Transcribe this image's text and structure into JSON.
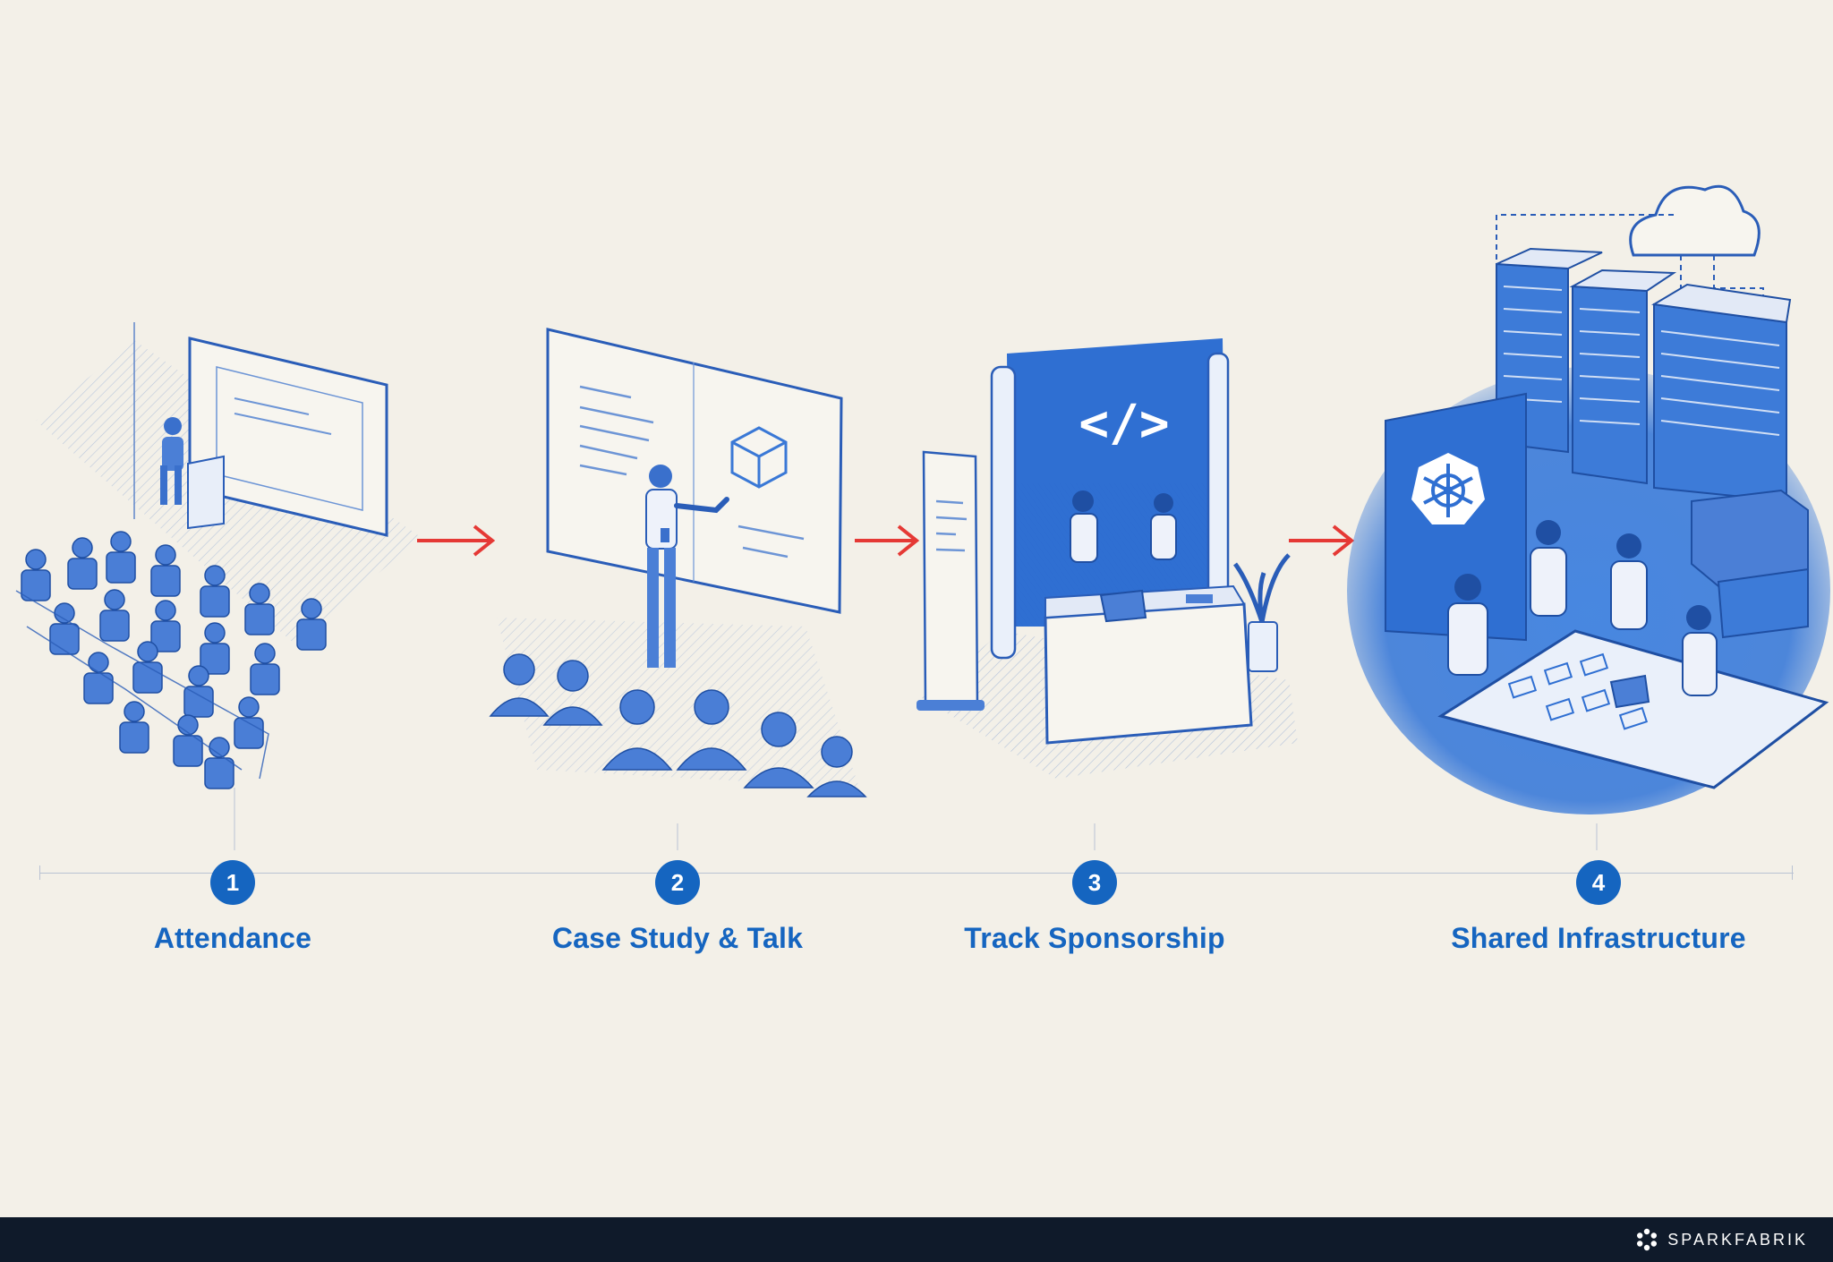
{
  "steps": [
    {
      "number": "1",
      "label": "Attendance"
    },
    {
      "number": "2",
      "label": "Case Study & Talk"
    },
    {
      "number": "3",
      "label": "Track Sponsorship"
    },
    {
      "number": "4",
      "label": "Shared Infrastructure"
    }
  ],
  "booth_screen_glyph": "</>",
  "brand": {
    "name": "SPARKFABRIK"
  },
  "colors": {
    "accent": "#1565c0",
    "arrow": "#e53935",
    "background": "#f3f0e8",
    "footer": "#0f1a2a"
  }
}
